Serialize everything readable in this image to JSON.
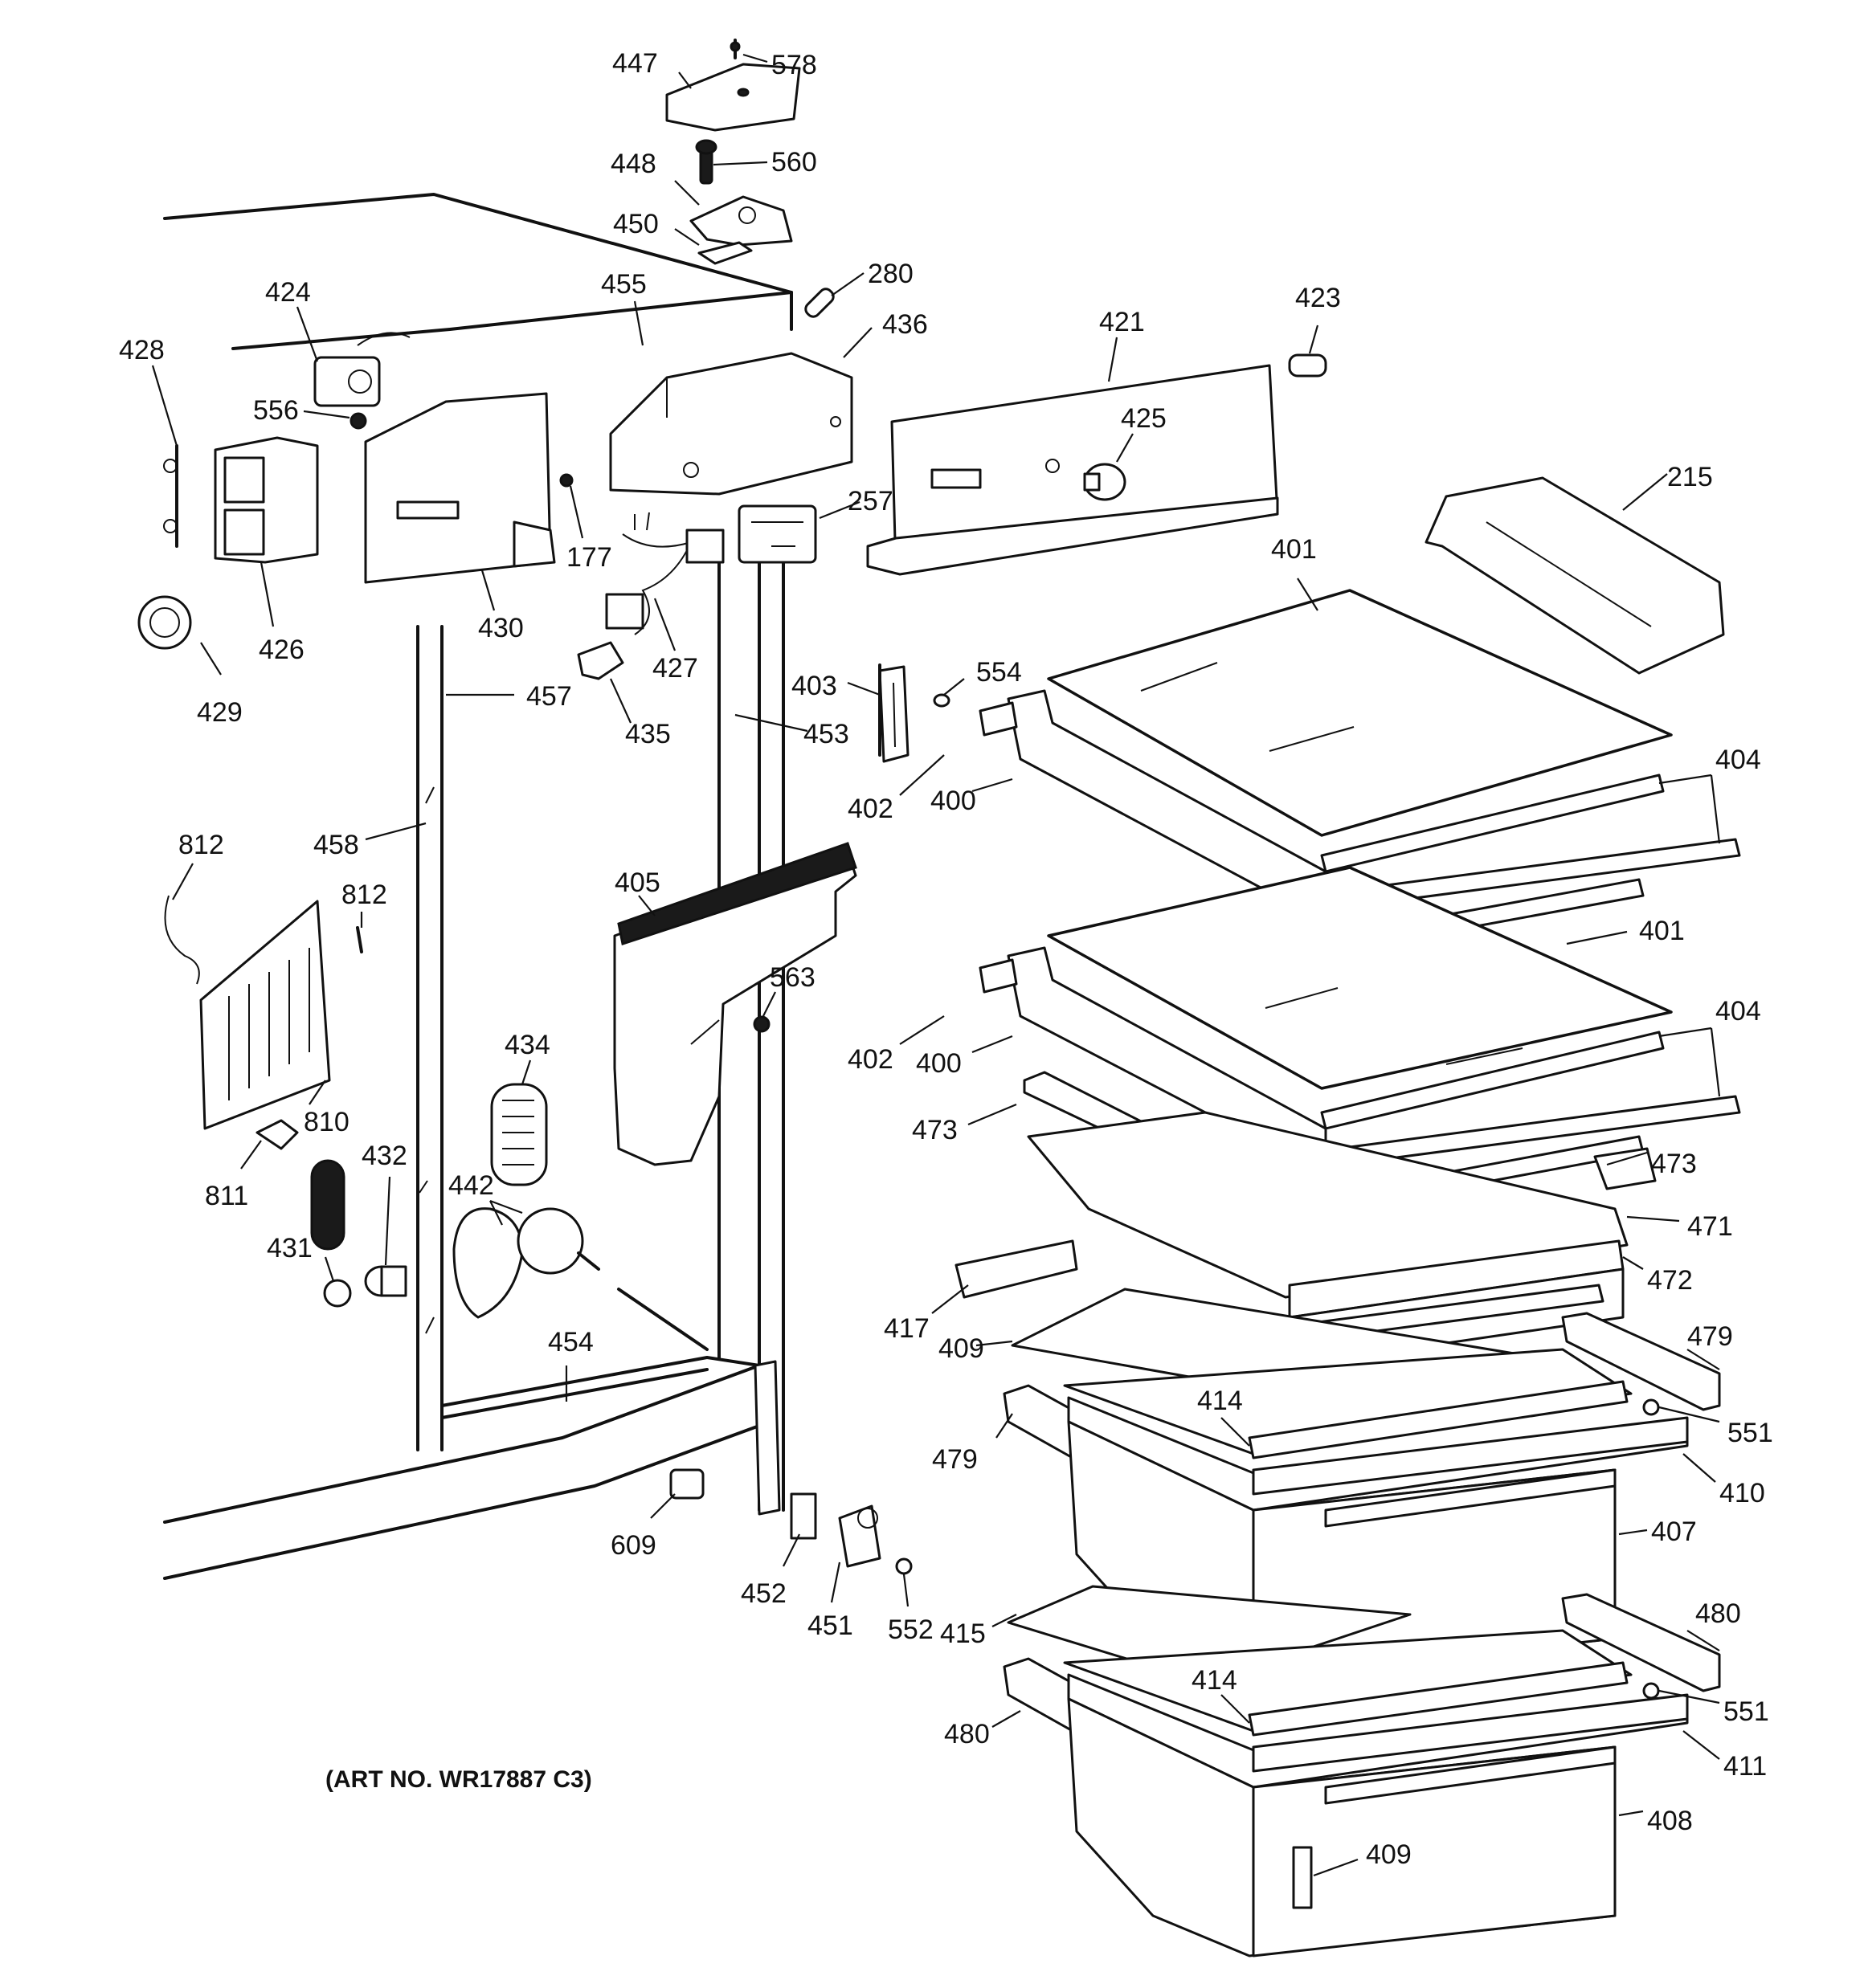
{
  "art_number": "(ART NO. WR17887 C3)",
  "callouts": [
    {
      "id": "c578",
      "text": "578"
    },
    {
      "id": "c447",
      "text": "447"
    },
    {
      "id": "c560",
      "text": "560"
    },
    {
      "id": "c448",
      "text": "448"
    },
    {
      "id": "c450",
      "text": "450"
    },
    {
      "id": "c280",
      "text": "280"
    },
    {
      "id": "c455",
      "text": "455"
    },
    {
      "id": "c436",
      "text": "436"
    },
    {
      "id": "c424",
      "text": "424"
    },
    {
      "id": "c428",
      "text": "428"
    },
    {
      "id": "c556",
      "text": "556"
    },
    {
      "id": "c421",
      "text": "421"
    },
    {
      "id": "c423",
      "text": "423"
    },
    {
      "id": "c425",
      "text": "425"
    },
    {
      "id": "c215",
      "text": "215"
    },
    {
      "id": "c257",
      "text": "257"
    },
    {
      "id": "c177",
      "text": "177"
    },
    {
      "id": "c430",
      "text": "430"
    },
    {
      "id": "c426",
      "text": "426"
    },
    {
      "id": "c427",
      "text": "427"
    },
    {
      "id": "c429",
      "text": "429"
    },
    {
      "id": "c435",
      "text": "435"
    },
    {
      "id": "c457",
      "text": "457"
    },
    {
      "id": "c403",
      "text": "403"
    },
    {
      "id": "c554",
      "text": "554"
    },
    {
      "id": "c453",
      "text": "453"
    },
    {
      "id": "c401a",
      "text": "401"
    },
    {
      "id": "c404a",
      "text": "404"
    },
    {
      "id": "c402a",
      "text": "402"
    },
    {
      "id": "c400a",
      "text": "400"
    },
    {
      "id": "c812a",
      "text": "812"
    },
    {
      "id": "c458",
      "text": "458"
    },
    {
      "id": "c812b",
      "text": "812"
    },
    {
      "id": "c405",
      "text": "405"
    },
    {
      "id": "c401b",
      "text": "401"
    },
    {
      "id": "c563",
      "text": "563"
    },
    {
      "id": "c404b",
      "text": "404"
    },
    {
      "id": "c434",
      "text": "434"
    },
    {
      "id": "c402b",
      "text": "402"
    },
    {
      "id": "c400b",
      "text": "400"
    },
    {
      "id": "c810",
      "text": "810"
    },
    {
      "id": "c473a",
      "text": "473"
    },
    {
      "id": "c432",
      "text": "432"
    },
    {
      "id": "c811",
      "text": "811"
    },
    {
      "id": "c442",
      "text": "442"
    },
    {
      "id": "c473b",
      "text": "473"
    },
    {
      "id": "c471",
      "text": "471"
    },
    {
      "id": "c431",
      "text": "431"
    },
    {
      "id": "c472",
      "text": "472"
    },
    {
      "id": "c417",
      "text": "417"
    },
    {
      "id": "c454",
      "text": "454"
    },
    {
      "id": "c409a",
      "text": "409"
    },
    {
      "id": "c479a",
      "text": "479"
    },
    {
      "id": "c414a",
      "text": "414"
    },
    {
      "id": "c551a",
      "text": "551"
    },
    {
      "id": "c479b",
      "text": "479"
    },
    {
      "id": "c410",
      "text": "410"
    },
    {
      "id": "c609",
      "text": "609"
    },
    {
      "id": "c407",
      "text": "407"
    },
    {
      "id": "c452",
      "text": "452"
    },
    {
      "id": "c451",
      "text": "451"
    },
    {
      "id": "c552",
      "text": "552"
    },
    {
      "id": "c415",
      "text": "415"
    },
    {
      "id": "c480a",
      "text": "480"
    },
    {
      "id": "c414b",
      "text": "414"
    },
    {
      "id": "c551b",
      "text": "551"
    },
    {
      "id": "c480b",
      "text": "480"
    },
    {
      "id": "c411",
      "text": "411"
    },
    {
      "id": "c408",
      "text": "408"
    },
    {
      "id": "c409b",
      "text": "409"
    }
  ]
}
